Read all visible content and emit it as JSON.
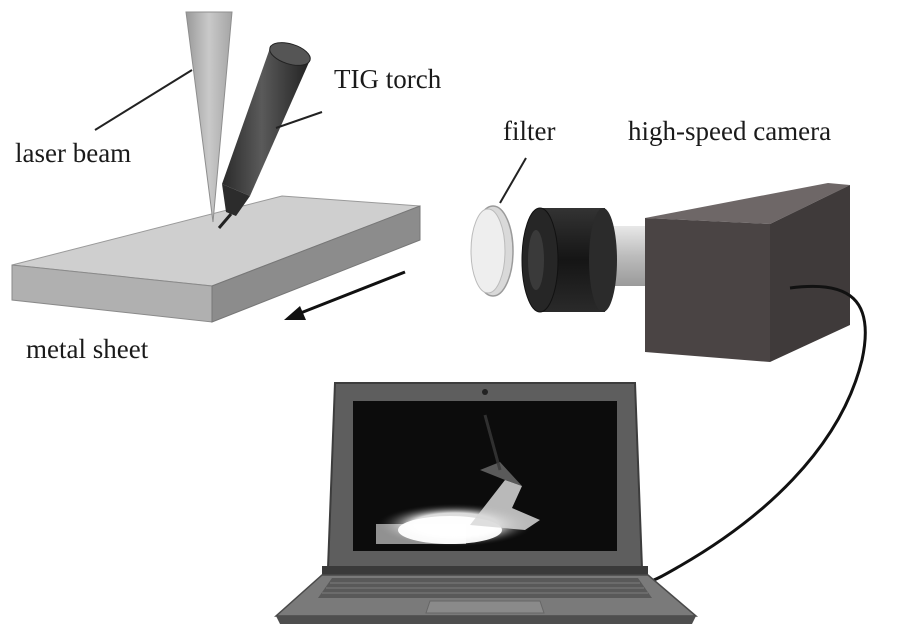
{
  "labels": {
    "laser_beam": "laser beam",
    "tig_torch": "TIG torch",
    "filter": "filter",
    "camera": "high-speed camera",
    "metal_sheet": "metal sheet"
  },
  "colors": {
    "sheet_top": "#cfcfcf",
    "sheet_front": "#a9a9a9",
    "sheet_side": "#8c8c8c",
    "torch": "#454545",
    "laser": "#b5b5b5",
    "camera_front": "#4a4444",
    "camera_top": "#6e6767",
    "lens_dark": "#1f1f1f",
    "screen": "#0c0c0c",
    "laptop_body": "#6a6a6a"
  }
}
